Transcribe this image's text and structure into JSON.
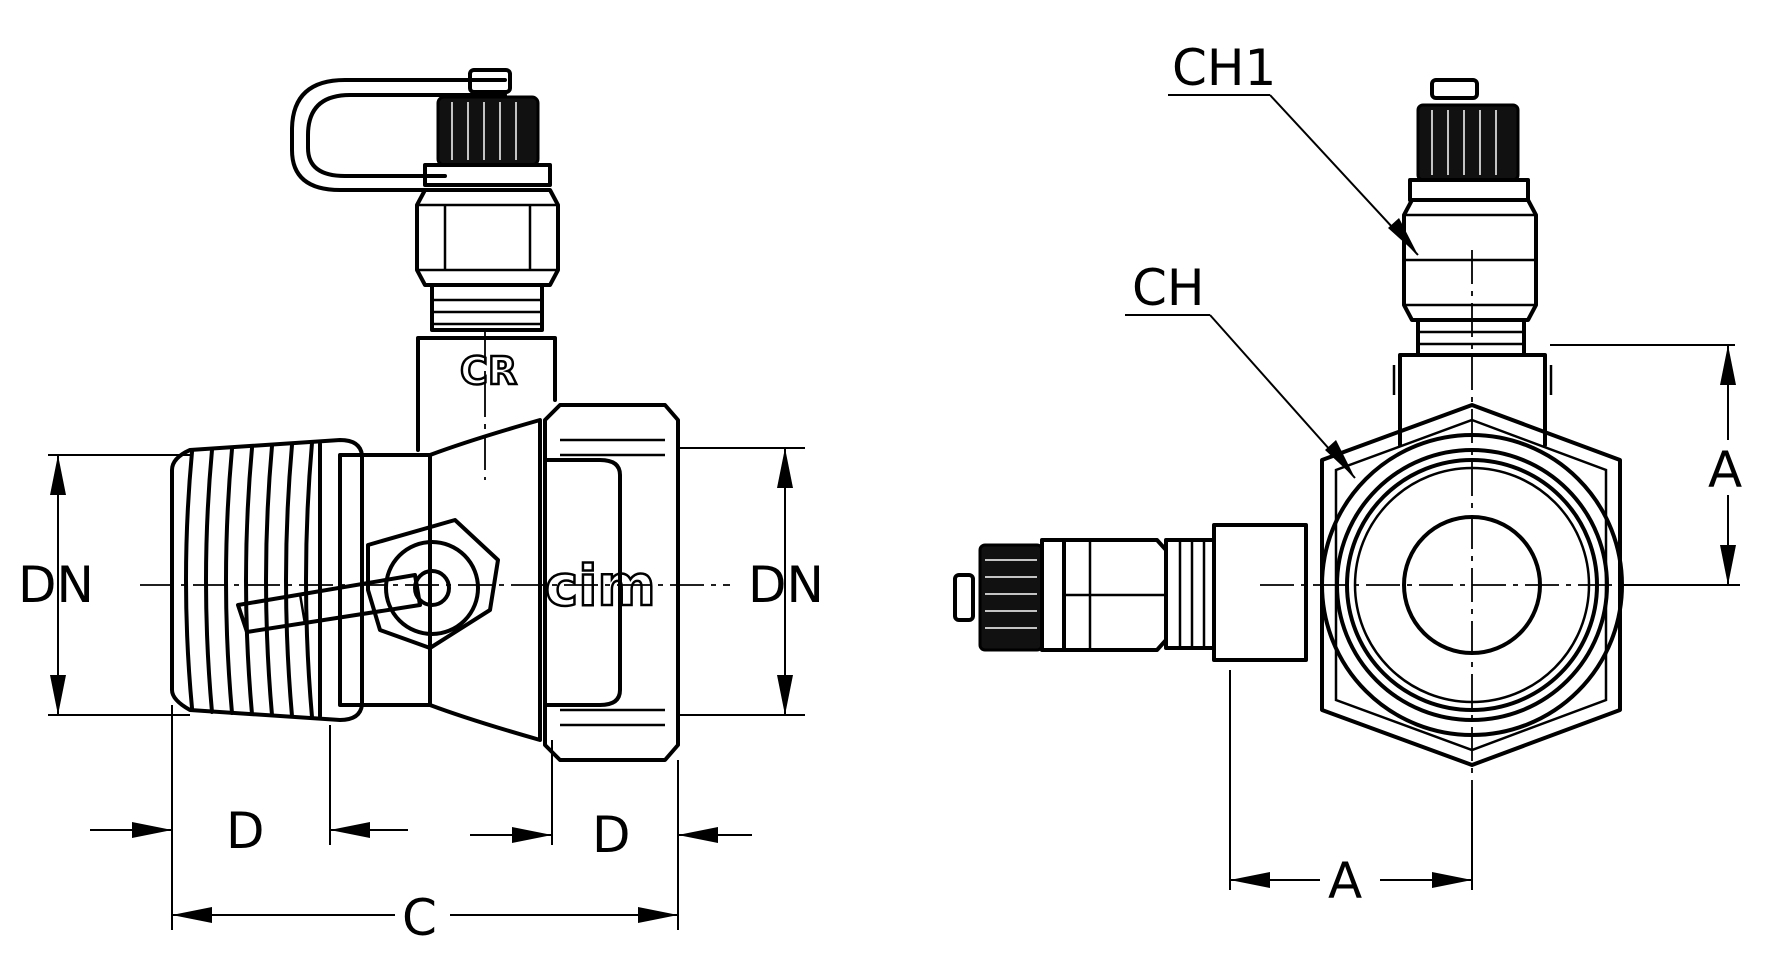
{
  "labels": {
    "dn_left": "DN",
    "dn_right": "DN",
    "d_left": "D",
    "d_right": "D",
    "c": "C",
    "a_vertical": "A",
    "a_horizontal": "A",
    "ch": "CH",
    "ch1": "CH1"
  },
  "logos": {
    "cr": "CR",
    "cim": "cim"
  }
}
